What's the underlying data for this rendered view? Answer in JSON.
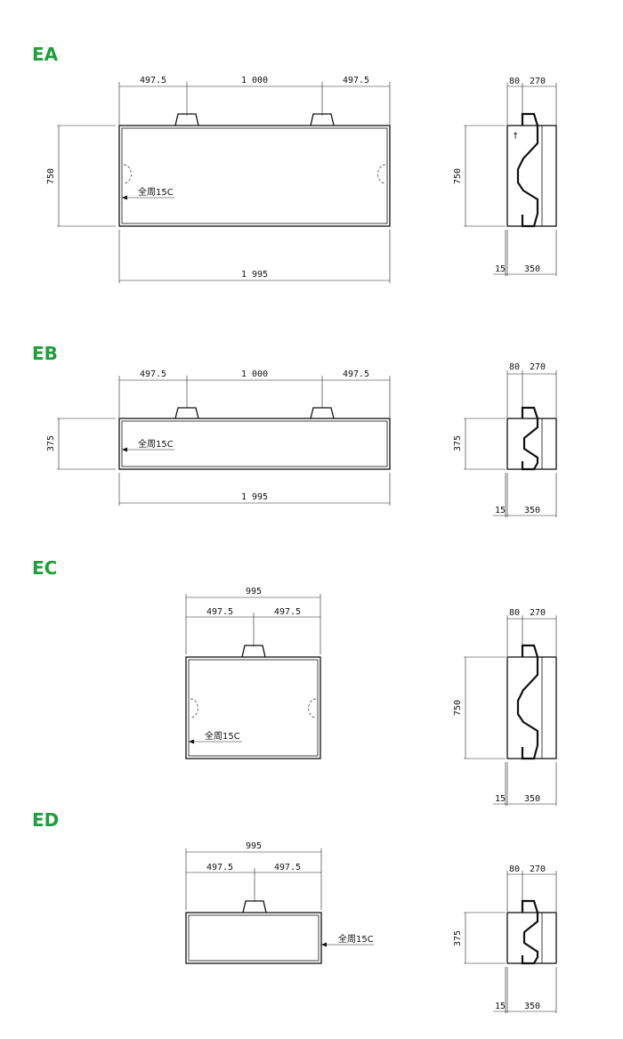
{
  "accent_color": "#1f9e3b",
  "sections": {
    "EA": {
      "label": "EA",
      "front": {
        "dim_left": "497.5",
        "dim_mid": "1 000",
        "dim_right": "497.5",
        "height": "750",
        "bottom": "1 995",
        "note": "全周15C"
      },
      "side": {
        "top_a": "80",
        "top_b": "270",
        "height": "750",
        "bot_a": "15",
        "bot_b": "350"
      }
    },
    "EB": {
      "label": "EB",
      "front": {
        "dim_left": "497.5",
        "dim_mid": "1 000",
        "dim_right": "497.5",
        "height": "375",
        "bottom": "1 995",
        "note": "全周15C"
      },
      "side": {
        "top_a": "80",
        "top_b": "270",
        "height": "375",
        "bot_a": "15",
        "bot_b": "350"
      }
    },
    "EC": {
      "label": "EC",
      "front": {
        "top_total": "995",
        "dim_left": "497.5",
        "dim_right": "497.5",
        "note": "全周15C"
      },
      "side": {
        "top_a": "80",
        "top_b": "270",
        "height": "750",
        "bot_a": "15",
        "bot_b": "350"
      }
    },
    "ED": {
      "label": "ED",
      "front": {
        "top_total": "995",
        "dim_left": "497.5",
        "dim_right": "497.5",
        "note": "全周15C"
      },
      "side": {
        "top_a": "80",
        "top_b": "270",
        "height": "375",
        "bot_a": "15",
        "bot_b": "350"
      }
    }
  }
}
